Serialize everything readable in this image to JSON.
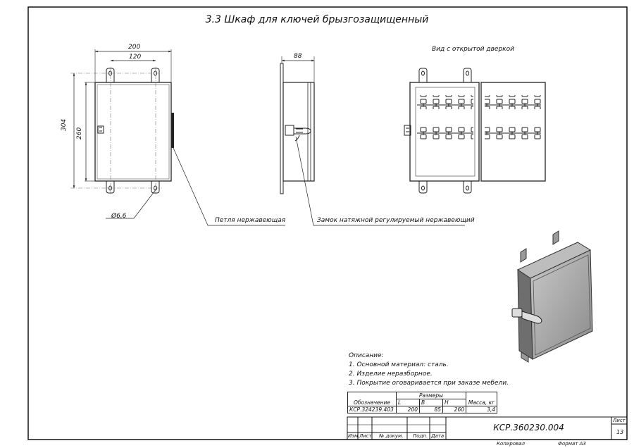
{
  "title": "3.3 Шкаф для ключей брызгозащищенный",
  "dimensions": {
    "width_outer": "200",
    "width_inner": "120",
    "height_outer": "304",
    "height_inner": "260",
    "depth": "88",
    "hole": "Ø6,6"
  },
  "labels": {
    "open_view": "Вид с открытой дверкой",
    "hinge": "Петля нержавеющая",
    "lock": "Замок натяжной регулируемый нержавеющий"
  },
  "description": {
    "heading": "Описание:",
    "items": [
      "1. Основной материал: сталь.",
      "2. Изделие неразборное.",
      "3. Покрытие оговаривается при заказе мебели."
    ]
  },
  "spec_table": {
    "header_group": "Размеры",
    "col_name": "Обозначение",
    "col_l": "L",
    "col_b": "B",
    "col_h": "H",
    "col_mass": "Масса, кг",
    "row": {
      "name": "КСР.324239.403",
      "l": "200",
      "b": "85",
      "h": "260",
      "mass": "3,4"
    }
  },
  "title_block": {
    "doc_number": "КСР.360230.004",
    "sheet_label": "Лист",
    "sheet_number": "13",
    "col_izm": "Изм.",
    "col_list": "Лист",
    "col_doc": "№ докум.",
    "col_sign": "Подп.",
    "col_date": "Дата",
    "copied": "Копировал",
    "format": "Формат А3"
  }
}
